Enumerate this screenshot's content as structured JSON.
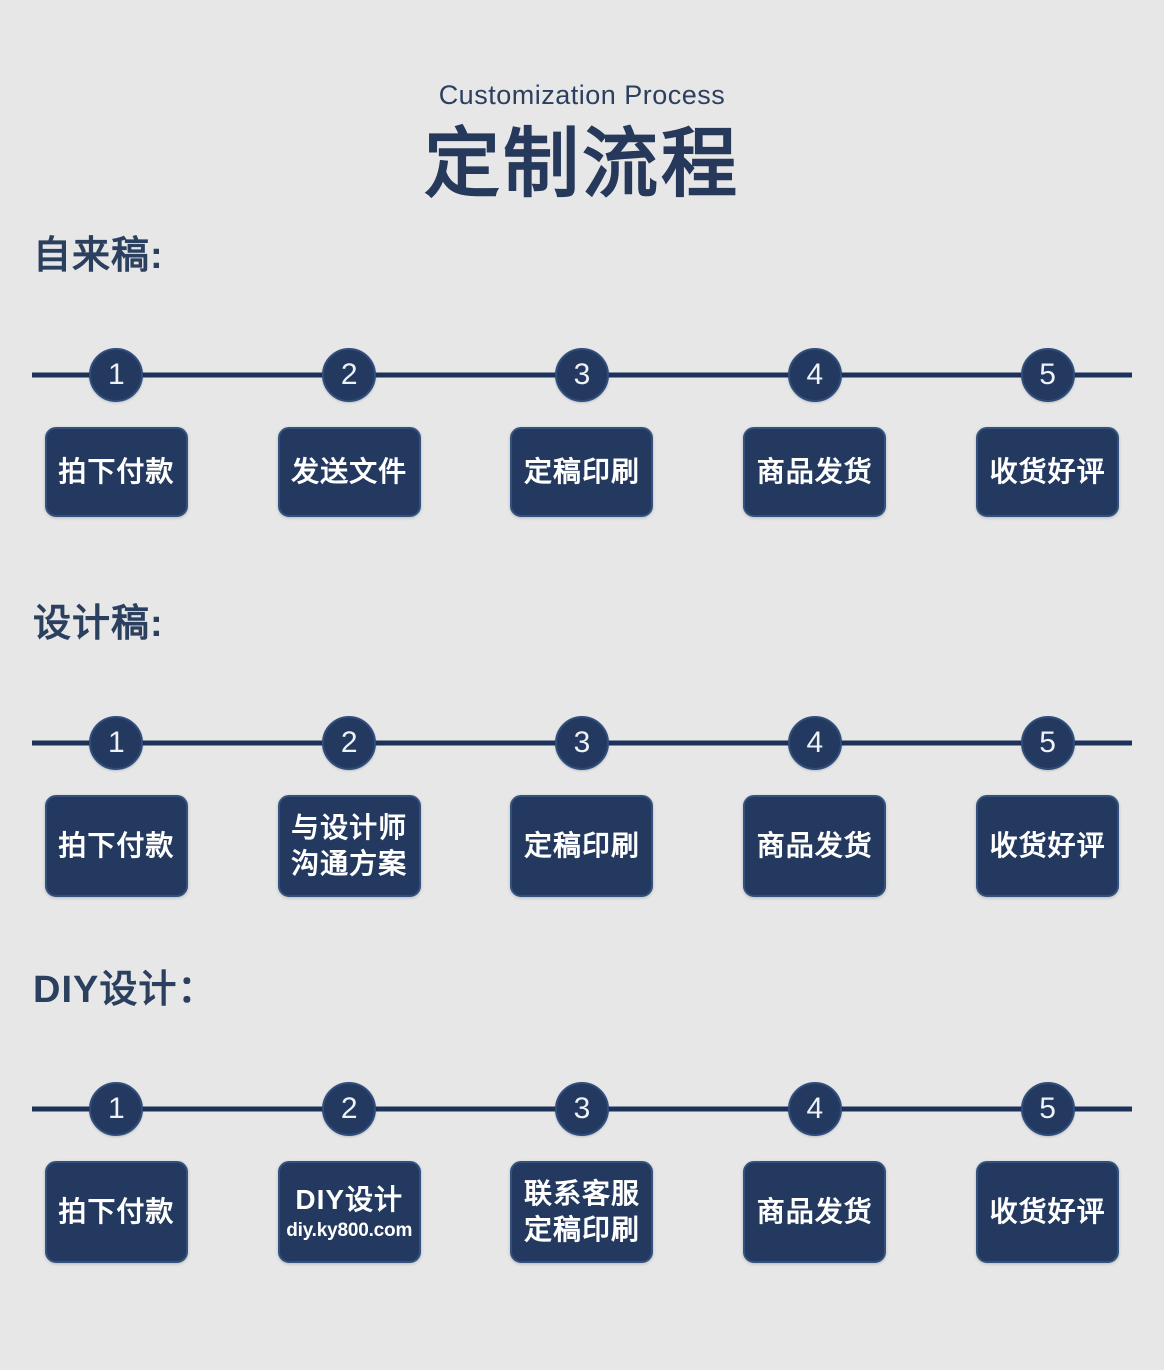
{
  "header": {
    "subtitle": "Customization Process",
    "title": "定制流程"
  },
  "colors": {
    "background": "#e7e7e7",
    "navy": "#23395f",
    "navy_border": "#33517f",
    "line": "#1c3259",
    "heading_text": "#26395b",
    "box_text": "#ffffff"
  },
  "sections": [
    {
      "label": "自来稿:",
      "steps": [
        {
          "number": "1",
          "line1": "拍下付款",
          "line2": "",
          "url": ""
        },
        {
          "number": "2",
          "line1": "发送文件",
          "line2": "",
          "url": ""
        },
        {
          "number": "3",
          "line1": "定稿印刷",
          "line2": "",
          "url": ""
        },
        {
          "number": "4",
          "line1": "商品发货",
          "line2": "",
          "url": ""
        },
        {
          "number": "5",
          "line1": "收货好评",
          "line2": "",
          "url": ""
        }
      ]
    },
    {
      "label": "设计稿:",
      "steps": [
        {
          "number": "1",
          "line1": "拍下付款",
          "line2": "",
          "url": ""
        },
        {
          "number": "2",
          "line1": "与设计师",
          "line2": "沟通方案",
          "url": ""
        },
        {
          "number": "3",
          "line1": "定稿印刷",
          "line2": "",
          "url": ""
        },
        {
          "number": "4",
          "line1": "商品发货",
          "line2": "",
          "url": ""
        },
        {
          "number": "5",
          "line1": "收货好评",
          "line2": "",
          "url": ""
        }
      ]
    },
    {
      "label": "DIY设计：",
      "steps": [
        {
          "number": "1",
          "line1": "拍下付款",
          "line2": "",
          "url": ""
        },
        {
          "number": "2",
          "line1": "DIY设计",
          "line2": "",
          "url": "diy.ky800.com"
        },
        {
          "number": "3",
          "line1": "联系客服",
          "line2": "定稿印刷",
          "url": ""
        },
        {
          "number": "4",
          "line1": "商品发货",
          "line2": "",
          "url": ""
        },
        {
          "number": "5",
          "line1": "收货好评",
          "line2": "",
          "url": ""
        }
      ]
    }
  ]
}
